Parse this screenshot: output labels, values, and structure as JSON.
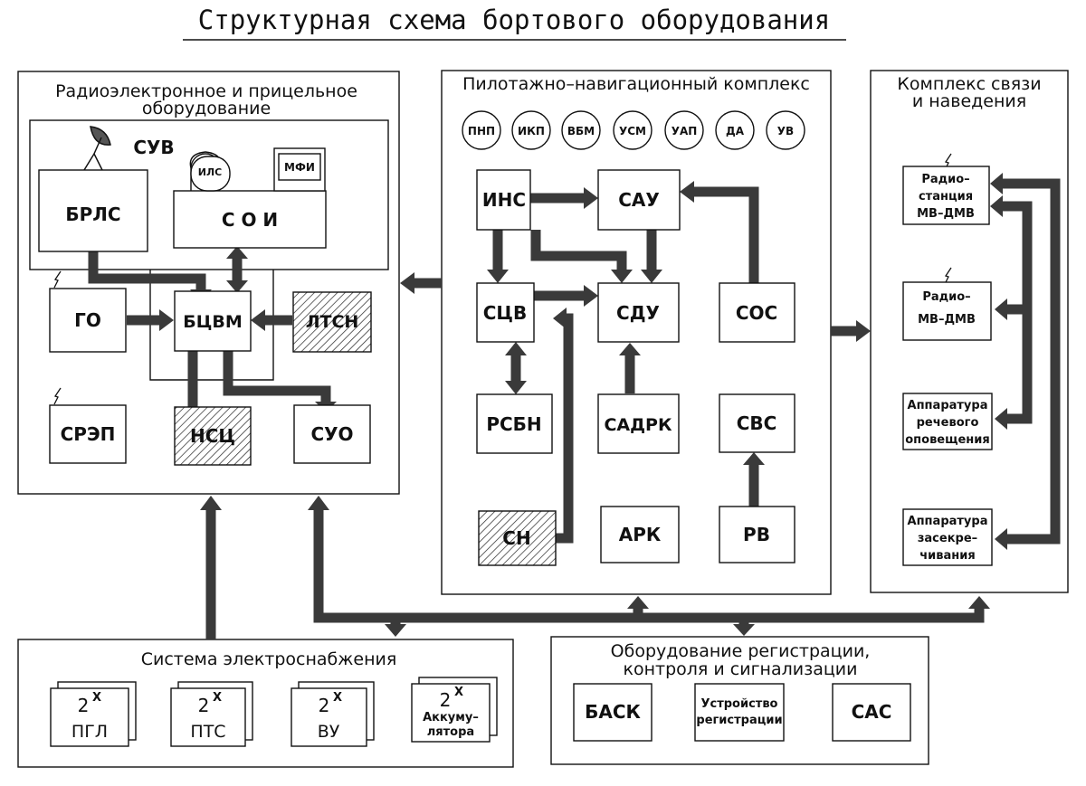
{
  "title": "Структурная схема бортового оборудования",
  "panels": {
    "radio": {
      "title_line1": "Радиоэлектронное и прицельное",
      "title_line2": "оборудование"
    },
    "pnk": {
      "title": "Пилотажно–навигационный комплекс"
    },
    "comm": {
      "title_line1": "Комплекс связи",
      "title_line2": "и наведения"
    },
    "power": {
      "title": "Система электроснабжения"
    },
    "reg": {
      "title_line1": "Оборудование регистрации,",
      "title_line2": "контроля и сигнализации"
    }
  },
  "radio_blocks": {
    "suv": "СУВ",
    "brls": "БРЛС",
    "soi": "С О И",
    "ils": "ИЛС",
    "mfi": "МФИ",
    "go": "ГО",
    "bcvm": "БЦВМ",
    "ltsn": "ЛТСН",
    "srep": "СРЭП",
    "nsc": "НСЦ",
    "suo": "СУО"
  },
  "pnk_indicators": [
    "ПНП",
    "ИКП",
    "ВБМ",
    "УСМ",
    "УАП",
    "ДА",
    "УВ"
  ],
  "pnk_blocks": {
    "ins": "ИНС",
    "sau": "САУ",
    "scv": "СЦВ",
    "sdu": "СДУ",
    "sos": "СОС",
    "rsbn": "РСБН",
    "sadrk": "САДРК",
    "svs": "СВС",
    "sn": "СН",
    "ark": "АРК",
    "rv": "РВ"
  },
  "comm_blocks": {
    "radio1": [
      "Радио–",
      "станция",
      "МВ–ДМВ"
    ],
    "radio2": [
      "Радио–",
      "МВ–ДМВ"
    ],
    "speech": [
      "Аппаратура",
      "речевого",
      "оповещения"
    ],
    "crypto": [
      "Аппаратура",
      "засекре–",
      "чивания"
    ]
  },
  "power_blocks": {
    "pgl": {
      "count": "2",
      "mult": "X",
      "name": "ПГЛ"
    },
    "pts": {
      "count": "2",
      "mult": "X",
      "name": "ПТС"
    },
    "vu": {
      "count": "2",
      "mult": "X",
      "name": "ВУ"
    },
    "akk": {
      "count": "2",
      "mult": "X",
      "name_line1": "Аккуму–",
      "name_line2": "лятора"
    }
  },
  "reg_blocks": {
    "bask": "БАСК",
    "device_line1": "Устройство",
    "device_line2": "регистрации",
    "sas": "САС"
  }
}
